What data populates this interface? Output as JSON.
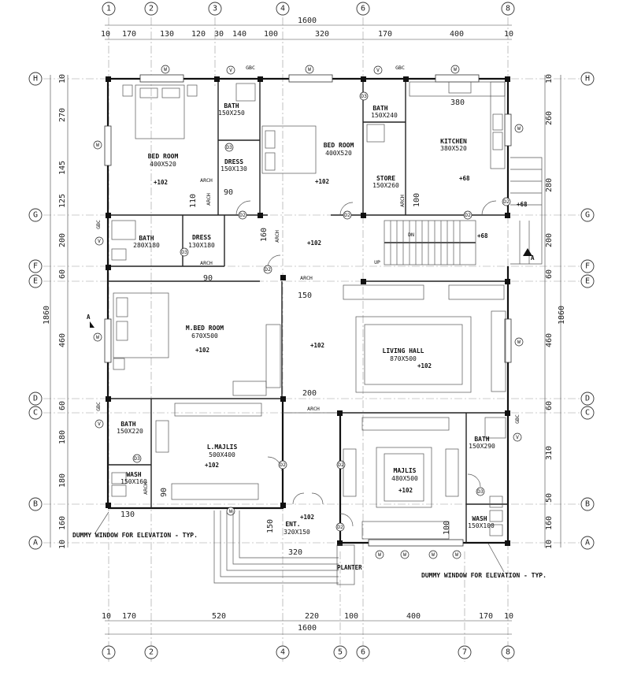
{
  "grid_columns": [
    "1",
    "2",
    "3",
    "4",
    "6",
    "8",
    "5",
    "7"
  ],
  "grid_rows": [
    "H",
    "G",
    "F",
    "E",
    "D",
    "C",
    "B",
    "A"
  ],
  "top_dims": [
    "10",
    "170",
    "130",
    "120",
    "30",
    "140",
    "100",
    "320",
    "170",
    "400",
    "10"
  ],
  "bottom_dims": [
    "10",
    "170",
    "520",
    "220",
    "100",
    "400",
    "170",
    "10"
  ],
  "overall_width": "1600",
  "left_dims": [
    "10",
    "270",
    "145",
    "125",
    "200",
    "60",
    "460",
    "60",
    "180",
    "180",
    "160",
    "10"
  ],
  "right_dims": [
    "10",
    "260",
    "280",
    "200",
    "60",
    "460",
    "60",
    "310",
    "50",
    "160",
    "10"
  ],
  "overall_height": "1860",
  "rooms": [
    {
      "id": "bed1",
      "name": "BED ROOM",
      "size": "400X520",
      "level": "+102"
    },
    {
      "id": "bath1",
      "name": "BATH",
      "size": "150X250",
      "level": ""
    },
    {
      "id": "dress1",
      "name": "DRESS",
      "size": "150X130",
      "level": ""
    },
    {
      "id": "bed2",
      "name": "BED ROOM",
      "size": "400X520",
      "level": "+102"
    },
    {
      "id": "bath2",
      "name": "BATH",
      "size": "150X240",
      "level": ""
    },
    {
      "id": "store",
      "name": "STORE",
      "size": "150X260",
      "level": ""
    },
    {
      "id": "kitchen",
      "name": "KITCHEN",
      "size": "380X520",
      "level": "+68"
    },
    {
      "id": "bath3",
      "name": "BATH",
      "size": "280X180",
      "level": ""
    },
    {
      "id": "dress2",
      "name": "DRESS",
      "size": "130X180",
      "level": ""
    },
    {
      "id": "mbed",
      "name": "M.BED ROOM",
      "size": "670X500",
      "level": "+102"
    },
    {
      "id": "living",
      "name": "LIVING HALL",
      "size": "870X500",
      "level": "+102"
    },
    {
      "id": "bath4",
      "name": "BATH",
      "size": "150X220",
      "level": ""
    },
    {
      "id": "wash1",
      "name": "WASH",
      "size": "150X160",
      "level": ""
    },
    {
      "id": "lmajlis",
      "name": "L.MAJLIS",
      "size": "500X400",
      "level": "+102"
    },
    {
      "id": "majlis",
      "name": "MAJLIS",
      "size": "480X500",
      "level": "+102"
    },
    {
      "id": "bath5",
      "name": "BATH",
      "size": "150X290",
      "level": ""
    },
    {
      "id": "wash2",
      "name": "WASH",
      "size": "150X100",
      "level": ""
    },
    {
      "id": "ent",
      "name": "ENT.",
      "size": "320X150",
      "level": "+102"
    }
  ],
  "levels": {
    "hall": "+102",
    "stair_landing": "+68",
    "outside": "+68"
  },
  "inner_dims": {
    "d110": "110",
    "d90a": "90",
    "d160": "160",
    "d90b": "90",
    "d150": "150",
    "d200": "200",
    "d90c": "90",
    "d150b": "150",
    "d100a": "100",
    "d100b": "100",
    "d130": "130",
    "d320": "320",
    "d380": "380"
  },
  "tags": {
    "door_d2": "D2",
    "door_d3": "D3",
    "window": "W",
    "vent": "V",
    "gbc": "GBC",
    "arch": "ARCH"
  },
  "labels": {
    "dn": "DN",
    "up": "UP",
    "planter": "PLANTER",
    "section": "A"
  },
  "notes": {
    "left": "DUMMY WINDOW FOR ELEVATION - TYP.",
    "right": "DUMMY WINDOW FOR ELEVATION - TYP."
  }
}
